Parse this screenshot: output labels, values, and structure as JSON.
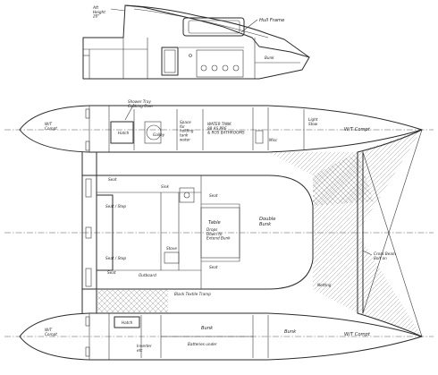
{
  "labels": {
    "aft_height": "Aft\nHeight\n20\"",
    "hull_frame": "Hull Frame",
    "bunk_top": "Bunk",
    "wt_compt_left": "W/T\nCompt",
    "shower_tray": "Shower Tray\nCooking Over",
    "hatch_top": "Hatch",
    "galley": "Galley",
    "space_holding_tank": "Space\nfor\nholding\ntank\nwater",
    "water_tank": "WATER TANK\n88 AS PRE\n& ROS BATHROOMS",
    "light_stow": "Light\nStow",
    "wt_compt_right_top": "W/T Compt",
    "misc_stow": "Misc",
    "seat_top": "Seat",
    "seat_step_top": "Seat / Step",
    "seat_right_top": "Seat",
    "sink": "Sink",
    "table": "Table",
    "drops": "Drops\nDown to\nExtend Bunk",
    "double_bunk": "Double\nBunk",
    "seat_step_bottom": "Seat / Step",
    "seat_right_bottom": "Seat",
    "seat_left_bottom": "Seat",
    "outboard": "Outboard",
    "stove": "Stove",
    "black_trampoline": "Black Textile Tramp",
    "netting": "Netting",
    "cross_beam": "Cross Beam\nBolt on",
    "wt_compt_bottom_left": "W/T\nCompt",
    "hatch_bottom": "Hatch",
    "inverter": "Inverter\netc",
    "bunk_bottom": "Bunk",
    "batteries": "Batteries under",
    "bunk_bottom_right": "Bunk",
    "wt_compt_bottom_right": "W/T Compt"
  }
}
